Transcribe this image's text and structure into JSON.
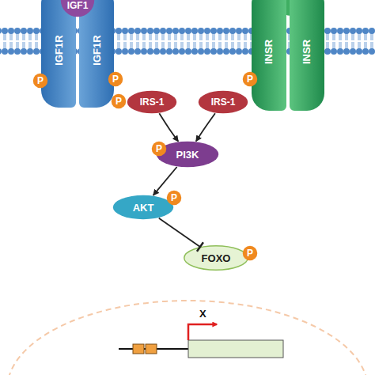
{
  "diagram": {
    "nodes": [
      {
        "text": [
          "IGF1"
        ]
      },
      {
        "text": [
          "IGF1R"
        ]
      },
      {
        "text": [
          "IGF1R"
        ]
      },
      {
        "text": [
          "INSR"
        ]
      },
      {
        "text": [
          "INSR"
        ]
      },
      {
        "text": [
          "P"
        ]
      },
      {
        "text": [
          "P"
        ]
      },
      {
        "text": [
          "P"
        ]
      },
      {
        "text": [
          "P"
        ]
      },
      {
        "text": [
          "IRS-1"
        ]
      },
      {
        "text": [
          "IRS-1"
        ]
      },
      {
        "text": [
          "P"
        ]
      },
      {
        "text": [
          "PI3K"
        ]
      },
      {
        "text": [
          "AKT"
        ]
      },
      {
        "text": [
          "P"
        ]
      },
      {
        "text": [
          "FOXO"
        ]
      },
      {
        "text": [
          "P"
        ]
      }
    ],
    "edges": [
      {
        "from": 9,
        "to": 12,
        "arrow": "to"
      },
      {
        "from": 10,
        "to": 12,
        "arrow": "to"
      },
      {
        "from": 12,
        "to": 13,
        "arrow": "to"
      },
      {
        "from": 13,
        "to": 15,
        "arrow": "to"
      }
    ],
    "labels": [
      "X"
    ]
  }
}
